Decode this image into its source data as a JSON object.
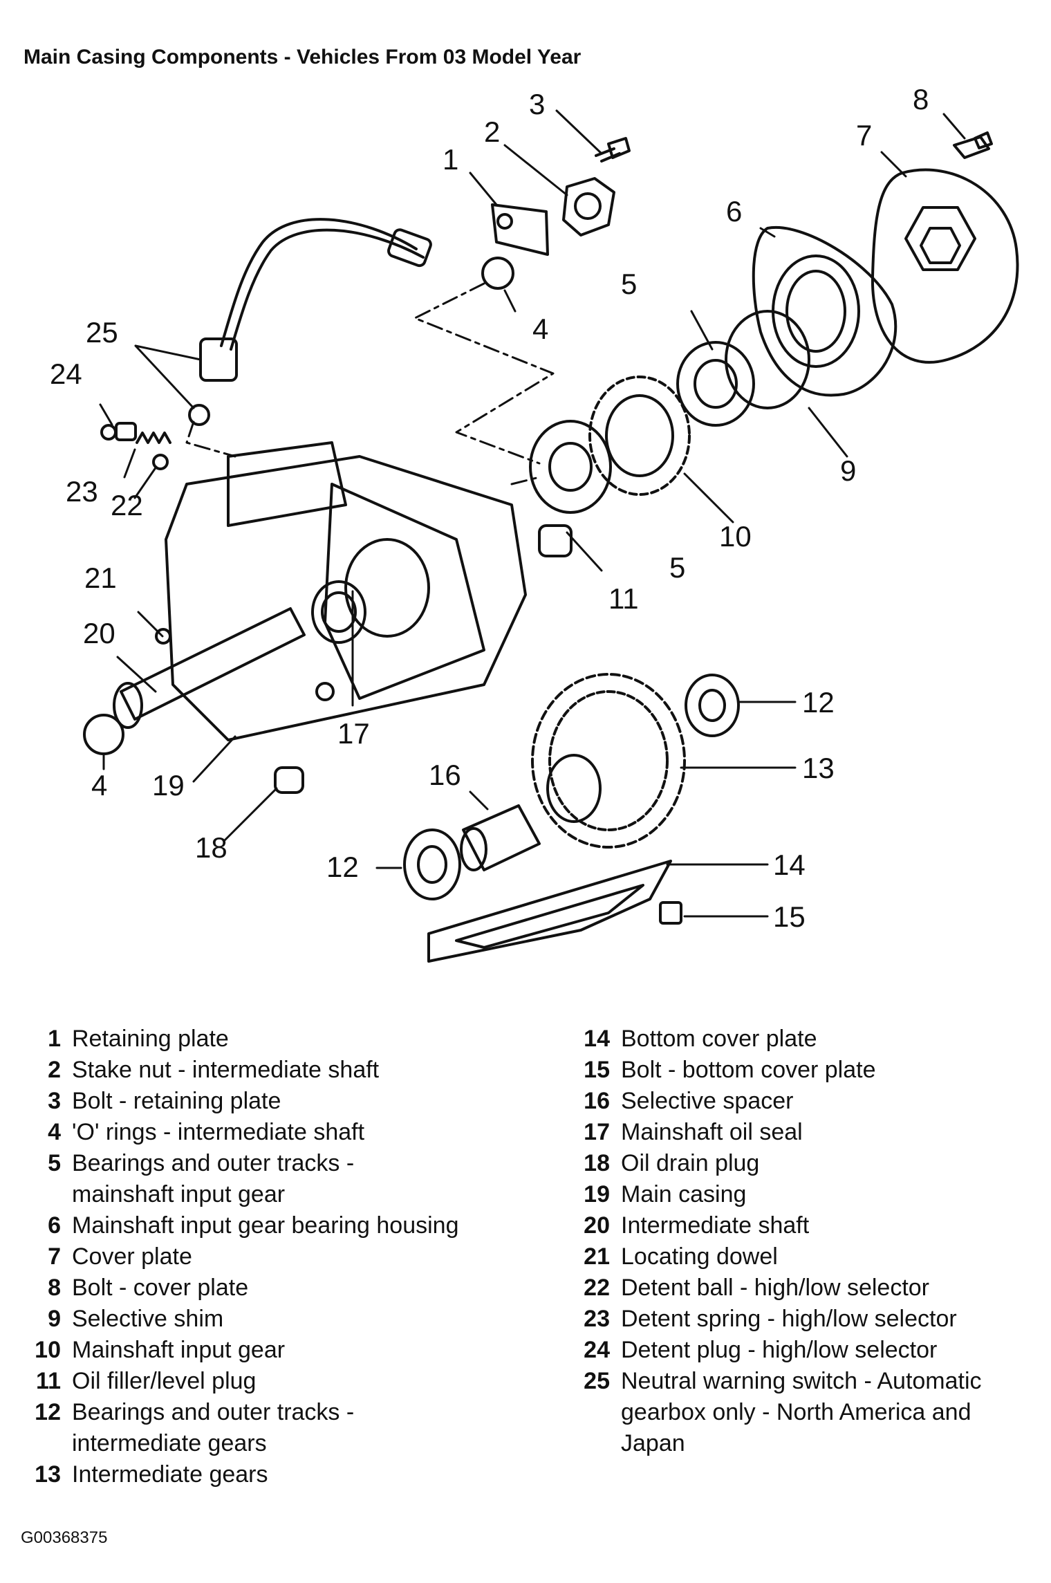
{
  "title": "Main Casing Components - Vehicles From 03 Model Year",
  "figure_id": "G00368375",
  "callouts": [
    "1",
    "2",
    "3",
    "4",
    "4",
    "5",
    "5",
    "6",
    "7",
    "8",
    "9",
    "10",
    "11",
    "12",
    "12",
    "13",
    "14",
    "15",
    "16",
    "17",
    "18",
    "19",
    "20",
    "21",
    "22",
    "23",
    "24",
    "25"
  ],
  "legend_left": [
    {
      "num": "1",
      "label": "Retaining plate"
    },
    {
      "num": "2",
      "label": "Stake nut - intermediate shaft"
    },
    {
      "num": "3",
      "label": "Bolt - retaining plate"
    },
    {
      "num": "4",
      "label": "'O' rings - intermediate shaft"
    },
    {
      "num": "5",
      "label": "Bearings and outer tracks - mainshaft input  gear"
    },
    {
      "num": "6",
      "label": "Mainshaft input gear bearing housing"
    },
    {
      "num": "7",
      "label": "Cover plate"
    },
    {
      "num": "8",
      "label": "Bolt - cover plate"
    },
    {
      "num": "9",
      "label": "Selective shim"
    },
    {
      "num": "10",
      "label": "Mainshaft input gear"
    },
    {
      "num": "11",
      "label": "Oil filler/level plug"
    },
    {
      "num": "12",
      "label": "Bearings and outer tracks - intermediate gears"
    },
    {
      "num": "13",
      "label": "Intermediate gears"
    }
  ],
  "legend_right": [
    {
      "num": "14",
      "label": "Bottom cover plate"
    },
    {
      "num": "15",
      "label": "Bolt - bottom cover plate"
    },
    {
      "num": "16",
      "label": "Selective spacer"
    },
    {
      "num": "17",
      "label": "Mainshaft oil seal"
    },
    {
      "num": "18",
      "label": "Oil drain plug"
    },
    {
      "num": "19",
      "label": "Main casing"
    },
    {
      "num": "20",
      "label": "Intermediate shaft"
    },
    {
      "num": "21",
      "label": "Locating dowel"
    },
    {
      "num": "22",
      "label": "Detent ball - high/low selector"
    },
    {
      "num": "23",
      "label": "Detent spring - high/low selector"
    },
    {
      "num": "24",
      "label": "Detent plug - high/low selector"
    },
    {
      "num": "25",
      "label": "Neutral warning switch - Automatic gearbox only - North America and Japan"
    }
  ]
}
